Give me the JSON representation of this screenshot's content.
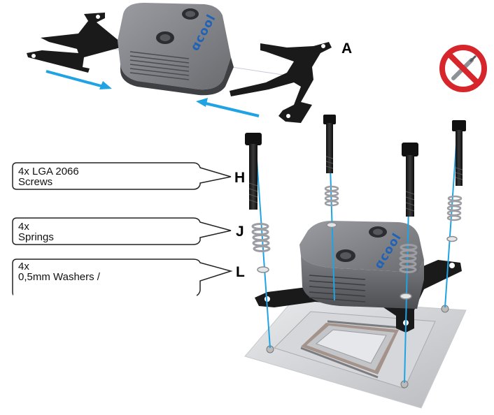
{
  "labels": {
    "a": "A",
    "h": "H",
    "j": "J",
    "l": "L"
  },
  "callouts": {
    "screws": {
      "line1": "4x LGA 2066",
      "line2": "Screws"
    },
    "springs": {
      "line1": "4x",
      "line2": "Springs"
    },
    "washers": {
      "line1": "4x",
      "line2": "0,5mm Washers /"
    }
  },
  "brand": {
    "top_block": "ɑcool",
    "bottom_block": "ɑcool"
  },
  "colors": {
    "arrow": "#1fa3e3",
    "bracket": "#1a1a1a",
    "block": "#6f7175",
    "no_tool_ring": "#d6262b"
  },
  "icons": {
    "no_tool": "no-screwdriver-icon"
  }
}
